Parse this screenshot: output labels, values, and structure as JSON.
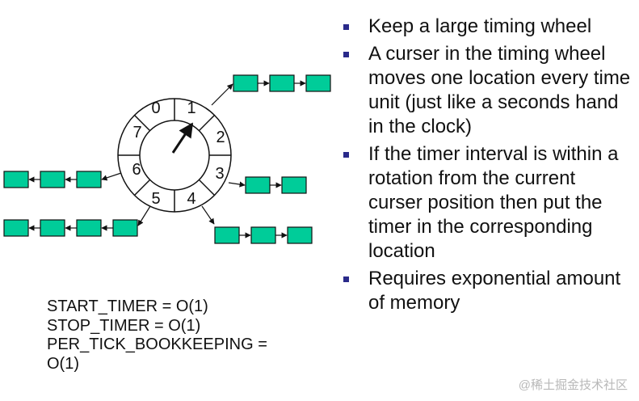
{
  "wheel": {
    "slots": [
      "0",
      "1",
      "2",
      "3",
      "4",
      "5",
      "6",
      "7"
    ]
  },
  "bullets": [
    "Keep a large timing wheel",
    "A curser in the timing wheel moves one location every time unit (just like a seconds hand in the clock)",
    "If the timer interval is within a rotation from the current curser position then put the timer in the corresponding location",
    "Requires exponential amount of memory"
  ],
  "complexity": {
    "start": "START_TIMER = O(1)",
    "stop": "STOP_TIMER = O(1)",
    "tick_line1": "PER_TICK_BOOKKEEPING =",
    "tick_line2": "O(1)"
  },
  "watermark": "@稀土掘金技术社区",
  "colors": {
    "node_fill": "#00cc99",
    "bullet": "#2a2a8a"
  }
}
